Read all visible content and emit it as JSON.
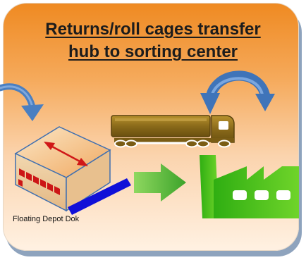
{
  "title": {
    "line1": "Returns/roll cages transfer",
    "line2": "hub to sorting center"
  },
  "depot": {
    "label": "Floating Depot Dok"
  },
  "icons": [
    "curved-arrow-icon",
    "truck-icon",
    "depot-box-icon",
    "double-arrow-icon",
    "green-arrow-icon",
    "factory-icon",
    "ramp-bar-icon"
  ],
  "colors": {
    "card_top": "#ef8a22",
    "card_bottom": "#fff1e2",
    "arrow_blue": "#4a7fc1",
    "truck": "#8a6a1a",
    "factory": "#55c21a",
    "green_arrow": "#45b43a",
    "ramp": "#1010d8",
    "red": "#d01818"
  }
}
